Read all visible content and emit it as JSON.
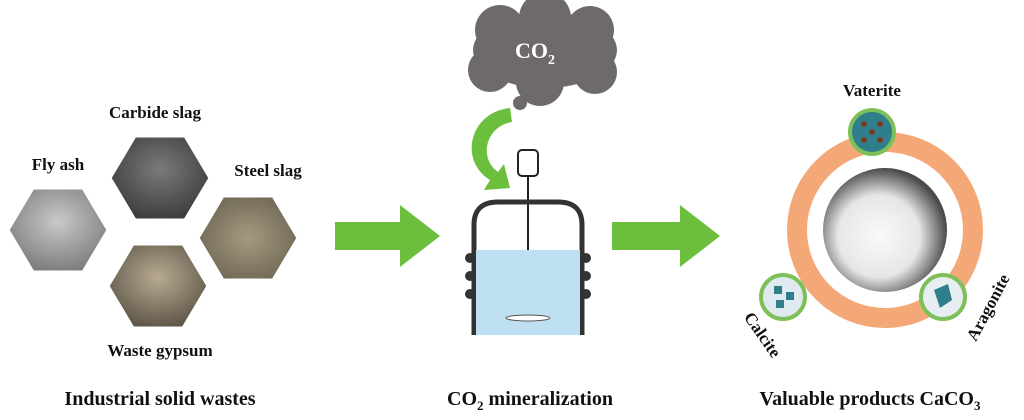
{
  "left": {
    "title": "Industrial solid wastes",
    "items": [
      "Carbide slag",
      "Fly ash",
      "Steel slag",
      "Waste gypsum"
    ]
  },
  "middle": {
    "cloud_label": "CO",
    "cloud_sub": "2",
    "title_prefix": "CO",
    "title_sub": "2",
    "title_suffix": " mineralization"
  },
  "right": {
    "title_prefix": "Valuable products CaCO",
    "title_sub": "3",
    "polymorphs": [
      "Vaterite",
      "Calcite",
      "Aragonite"
    ]
  },
  "colors": {
    "arrow": "#6cbf3c",
    "ring": "#f4a877",
    "cloud": "#6e6a6a",
    "liquid": "#bfe0f3",
    "badge_border": "#7dc05a"
  }
}
